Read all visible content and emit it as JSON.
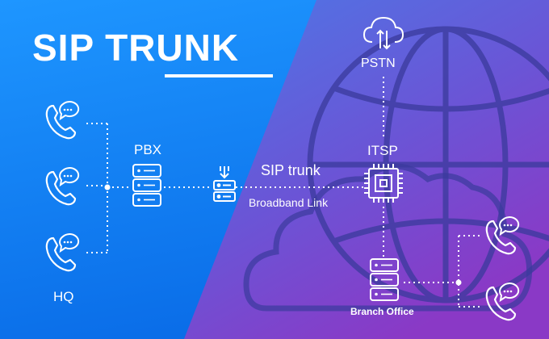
{
  "title": "SIP TRUNK",
  "labels": {
    "pbx": "PBX",
    "hq": "HQ",
    "sip_trunk": "SIP trunk",
    "broadband_link": "Broadband Link",
    "pstn": "PSTN",
    "itsp": "ITSP",
    "branch_office": "Branch Office"
  },
  "colors": {
    "left_bg_top": "#1e96ff",
    "left_bg_bottom": "#0a6de8",
    "right_bg_top": "#4d78e6",
    "right_bg_bottom": "#8a39c6",
    "foreground": "#ffffff"
  },
  "icons": [
    "phone-chat-icon",
    "server-icon",
    "download-server-icon",
    "chip-icon",
    "cloud-sync-icon",
    "globe-icon",
    "cloud-icon"
  ]
}
